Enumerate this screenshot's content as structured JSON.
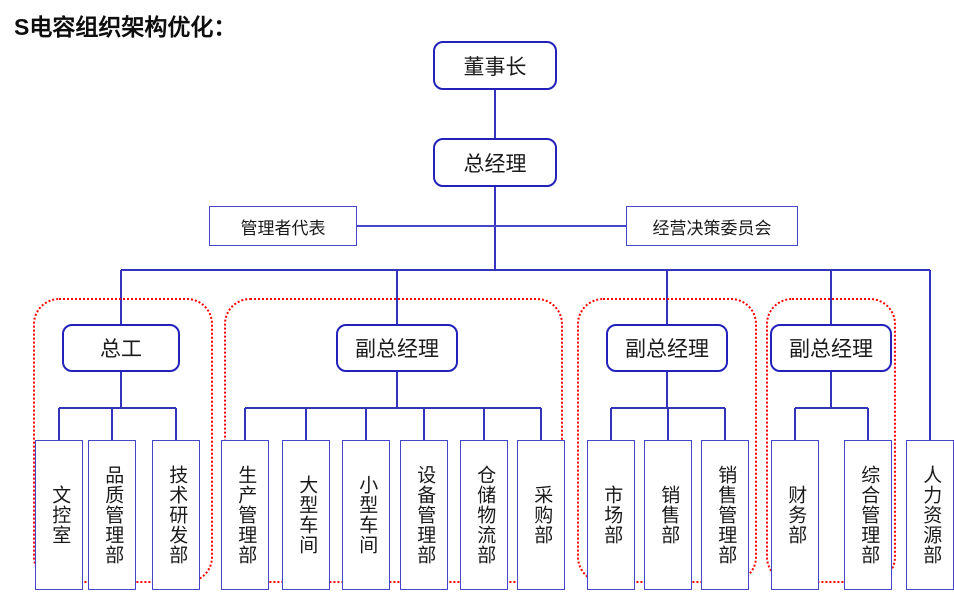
{
  "title": "S电容组织架构优化：",
  "colors": {
    "exec_border": "#2222bb",
    "box_border": "#4646c8",
    "connector": "#3333bb",
    "group_outline": "#ff0000",
    "title_text": "#0d0d0d",
    "background": "#ffffff"
  },
  "chart_data": {
    "type": "diagram",
    "title": "S电容组织架构优化：",
    "diagram_kind": "organization-chart",
    "levels": [
      {
        "level": 1,
        "nodes": [
          "董事长"
        ]
      },
      {
        "level": 2,
        "nodes": [
          "总经理"
        ]
      },
      {
        "level": 3,
        "nodes": [
          "管理者代表",
          "经营决策委员会"
        ]
      },
      {
        "level": 4,
        "nodes": [
          "总工",
          "副总经理",
          "副总经理",
          "副总经理"
        ]
      },
      {
        "level": 5,
        "nodes": [
          "文控室",
          "品质管理部",
          "技术研发部",
          "生产管理部",
          "大型车间",
          "小型车间",
          "设备管理部",
          "仓储物流部",
          "采购部",
          "市场部",
          "销售部",
          "销售管理部",
          "财务部",
          "综合管理部",
          "人力资源部"
        ]
      }
    ],
    "edges": [
      {
        "from": "董事长",
        "to": "总经理"
      },
      {
        "from": "总经理",
        "to": "管理者代表"
      },
      {
        "from": "总经理",
        "to": "经营决策委员会"
      },
      {
        "from": "总经理",
        "to": "总工"
      },
      {
        "from": "总经理",
        "to": "副总经理(生产)"
      },
      {
        "from": "总经理",
        "to": "副总经理(销售)"
      },
      {
        "from": "总经理",
        "to": "副总经理(行政)"
      },
      {
        "from": "总经理",
        "to": "人力资源部"
      },
      {
        "from": "总工",
        "to": "文控室"
      },
      {
        "from": "总工",
        "to": "品质管理部"
      },
      {
        "from": "总工",
        "to": "技术研发部"
      },
      {
        "from": "副总经理(生产)",
        "to": "生产管理部"
      },
      {
        "from": "副总经理(生产)",
        "to": "大型车间"
      },
      {
        "from": "副总经理(生产)",
        "to": "小型车间"
      },
      {
        "from": "副总经理(生产)",
        "to": "设备管理部"
      },
      {
        "from": "副总经理(生产)",
        "to": "仓储物流部"
      },
      {
        "from": "副总经理(生产)",
        "to": "采购部"
      },
      {
        "from": "副总经理(销售)",
        "to": "市场部"
      },
      {
        "from": "副总经理(销售)",
        "to": "销售部"
      },
      {
        "from": "副总经理(销售)",
        "to": "销售管理部"
      },
      {
        "from": "副总经理(行政)",
        "to": "财务部"
      },
      {
        "from": "副总经理(行政)",
        "to": "综合管理部"
      }
    ],
    "grouping_highlights": 4,
    "grouping_note": "四个红色虚线框分别圈出总工、副总经理（生产）、副总经理（销售）、副总经理（行政）的下属部门"
  },
  "top": {
    "chairman": "董事长",
    "general_manager": "总经理"
  },
  "staff": {
    "management_rep": "管理者代表",
    "decision_committee": "经营决策委员会"
  },
  "groups": [
    {
      "head": "总工",
      "departments": [
        "文控室",
        "品质管理部",
        "技术研发部"
      ]
    },
    {
      "head": "副总经理",
      "departments": [
        "生产管理部",
        "大型车间",
        "小型车间",
        "设备管理部",
        "仓储物流部",
        "采购部"
      ]
    },
    {
      "head": "副总经理",
      "departments": [
        "市场部",
        "销售部",
        "销售管理部"
      ]
    },
    {
      "head": "副总经理",
      "departments": [
        "财务部",
        "综合管理部"
      ]
    }
  ],
  "standalone": {
    "hr": "人力资源部"
  }
}
